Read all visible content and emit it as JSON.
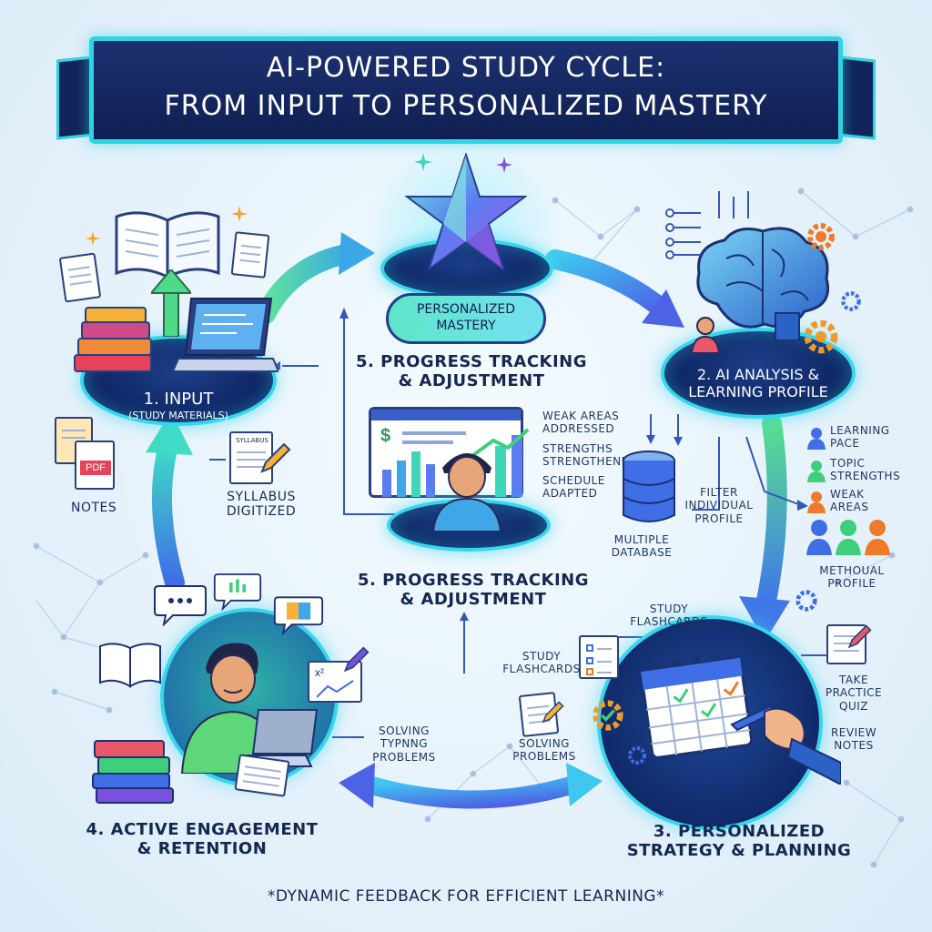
{
  "banner": {
    "line1": "AI-Powered Study Cycle:",
    "line2": "From Input to Personalized Mastery"
  },
  "center": {
    "pill": "Personalized\nMastery",
    "top_heading": "5. Progress Tracking\n& Adjustment",
    "dashboard_bullets": [
      "Weak areas\naddressed",
      "Strengths\nstrengthened",
      "Schedule\nadapted"
    ],
    "bottom_heading": "5. Progress Tracking\n& Adjustment"
  },
  "stage1": {
    "label_line1": "1. Input",
    "label_line2": "(Study Materials)",
    "pdf_badge": "PDF",
    "notes": "Notes",
    "syllabus_doc": "Syllabus",
    "syllabus_caption": "Syllabus\ndigitized"
  },
  "stage2": {
    "label": "2. AI Analysis &\nLearning Profile",
    "filter_text": "Filter\nindividual\nprofile",
    "database_text": "Multiple\ndatabase",
    "profile_items": [
      "Learning\npace",
      "Topic\nstrengths",
      "Weak\nareas"
    ],
    "methodual_profile": "Methoual\nprofile"
  },
  "stage3": {
    "heading": "3. Personalized\nStrategy & Planning",
    "flashcards_top": "Study\nflashcards",
    "flashcards_left": "Study\nflashcards",
    "solving": "Solving\nproblems",
    "practice_quiz": "Take\npractice\nquiz",
    "review_notes": "Review\nnotes"
  },
  "stage4": {
    "heading": "4. Active Engagement\n& Retention",
    "solving": "Solving\ntypnng\nproblems"
  },
  "footer": {
    "note": "*Dynamic feedback for efficient learning*"
  },
  "colors": {
    "banner_bg": "#132660",
    "banner_border": "#2fd4e3",
    "platform": "#0e2360",
    "arrow_green": "#3fd98a",
    "arrow_blue": "#4a6ee8",
    "text_dark": "#16244a"
  },
  "icons": [
    "star-crystal-icon",
    "brain-icon",
    "gear-icon",
    "book-icon",
    "laptop-icon",
    "database-icon",
    "calendar-icon",
    "chat-bubble-icon",
    "bar-chart-icon",
    "person-icon"
  ]
}
